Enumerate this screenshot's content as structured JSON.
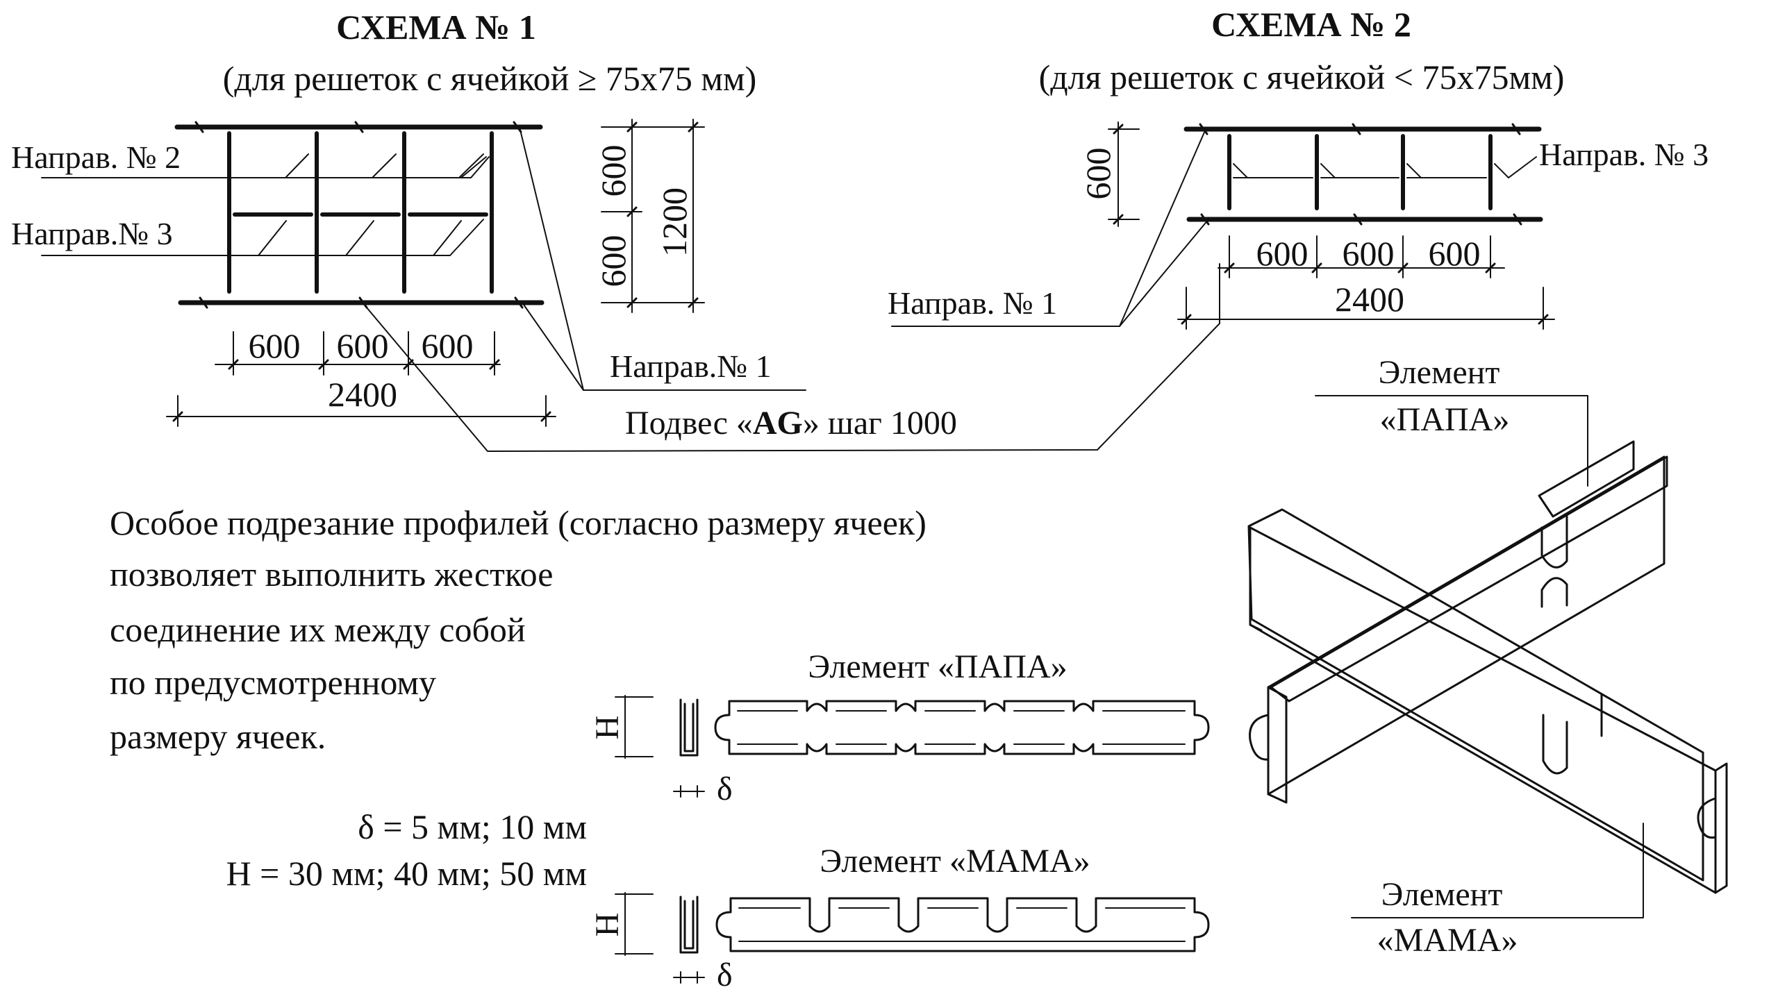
{
  "scheme1": {
    "title": "СХЕМА № 1",
    "subtitle": "(для решеток с ячейкой ≥ 75х75 мм)",
    "label_dir2": "Направ. № 2",
    "label_dir3": "Направ.№ 3",
    "label_dir1": "Направ.№ 1",
    "dim_w1": "600",
    "dim_w2": "600",
    "dim_w3": "600",
    "dim_total": "2400",
    "dim_v1": "600",
    "dim_v2": "600",
    "dim_v_total": "1200"
  },
  "scheme2": {
    "title": "СХЕМА № 2",
    "subtitle": "(для решеток с ячейкой < 75х75мм)",
    "label_dir3": "Направ. № 3",
    "label_dir1": "Направ. № 1",
    "dim_v": "600",
    "dim_w1": "600",
    "dim_w2": "600",
    "dim_w3": "600",
    "dim_total": "2400"
  },
  "suspension": {
    "prefix": "Подвес «",
    "brand": "AG",
    "suffix": "» шаг 1000"
  },
  "description": {
    "line1": "Особое подрезание профилей (согласно размеру ячеек)",
    "line2": "позволяет выполнить жесткое",
    "line3": "соединение их между собой",
    "line4": "по предусмотренному",
    "line5": "размеру ячеек."
  },
  "specs": {
    "delta": "δ = 5 мм; 10 мм",
    "height": "Н = 30 мм; 40 мм; 50 мм"
  },
  "elements": {
    "papa_label": "Элемент «ПАПА»",
    "mama_label": "Элемент «МАМА»",
    "h_symbol": "Н",
    "delta_symbol": "δ"
  },
  "isometric": {
    "papa_line1": "Элемент",
    "papa_line2": "«ПАПА»",
    "mama_line1": "Элемент",
    "mama_line2": "«МАМА»"
  }
}
